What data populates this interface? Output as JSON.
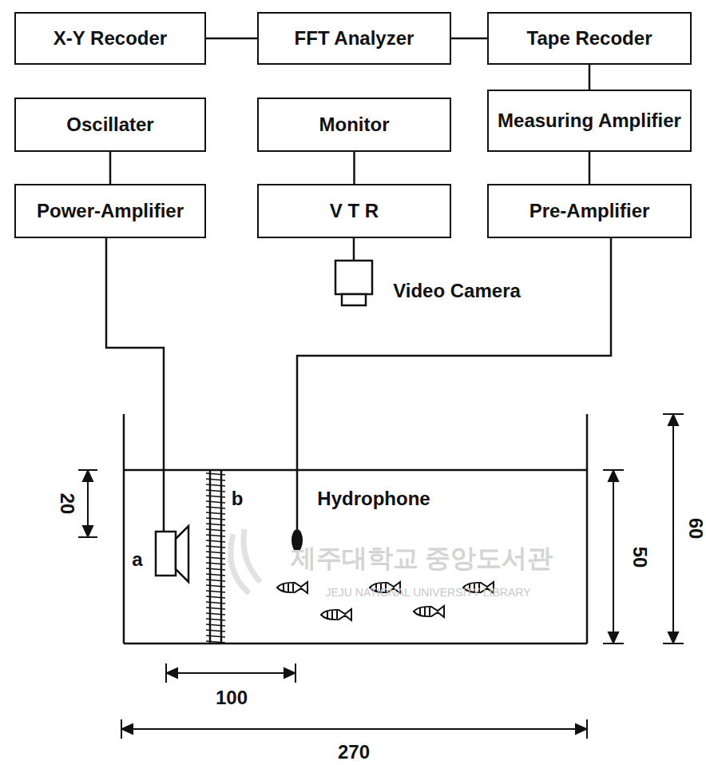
{
  "diagram": {
    "nodes": [
      {
        "text": [
          "X-Y Recoder"
        ]
      },
      {
        "text": [
          "FFT Analyzer"
        ]
      },
      {
        "text": [
          "Tape Recoder"
        ]
      },
      {
        "text": [
          "Oscillater"
        ]
      },
      {
        "text": [
          "Monitor"
        ]
      },
      {
        "text": [
          "Measuring Amplifier"
        ]
      },
      {
        "text": [
          "Power-Amplifier"
        ]
      },
      {
        "text": [
          "V T R"
        ]
      },
      {
        "text": [
          "Pre-Amplifier"
        ]
      }
    ],
    "edges": [
      {
        "from": 0,
        "to": 1,
        "arrow": "none"
      },
      {
        "from": 1,
        "to": 2,
        "arrow": "none"
      },
      {
        "from": 2,
        "to": 5,
        "arrow": "none"
      },
      {
        "from": 5,
        "to": 8,
        "arrow": "none"
      },
      {
        "from": 3,
        "to": 6,
        "arrow": "none"
      },
      {
        "from": 4,
        "to": 7,
        "arrow": "none"
      }
    ],
    "labels": [
      "Video Camera",
      "a",
      "b",
      "Hydrophone",
      "20",
      "100",
      "270",
      "50",
      "60",
      "제주대학교 중앙도서관",
      "JEJU NATIONAL UNIVERSITY LIBRARY"
    ]
  }
}
